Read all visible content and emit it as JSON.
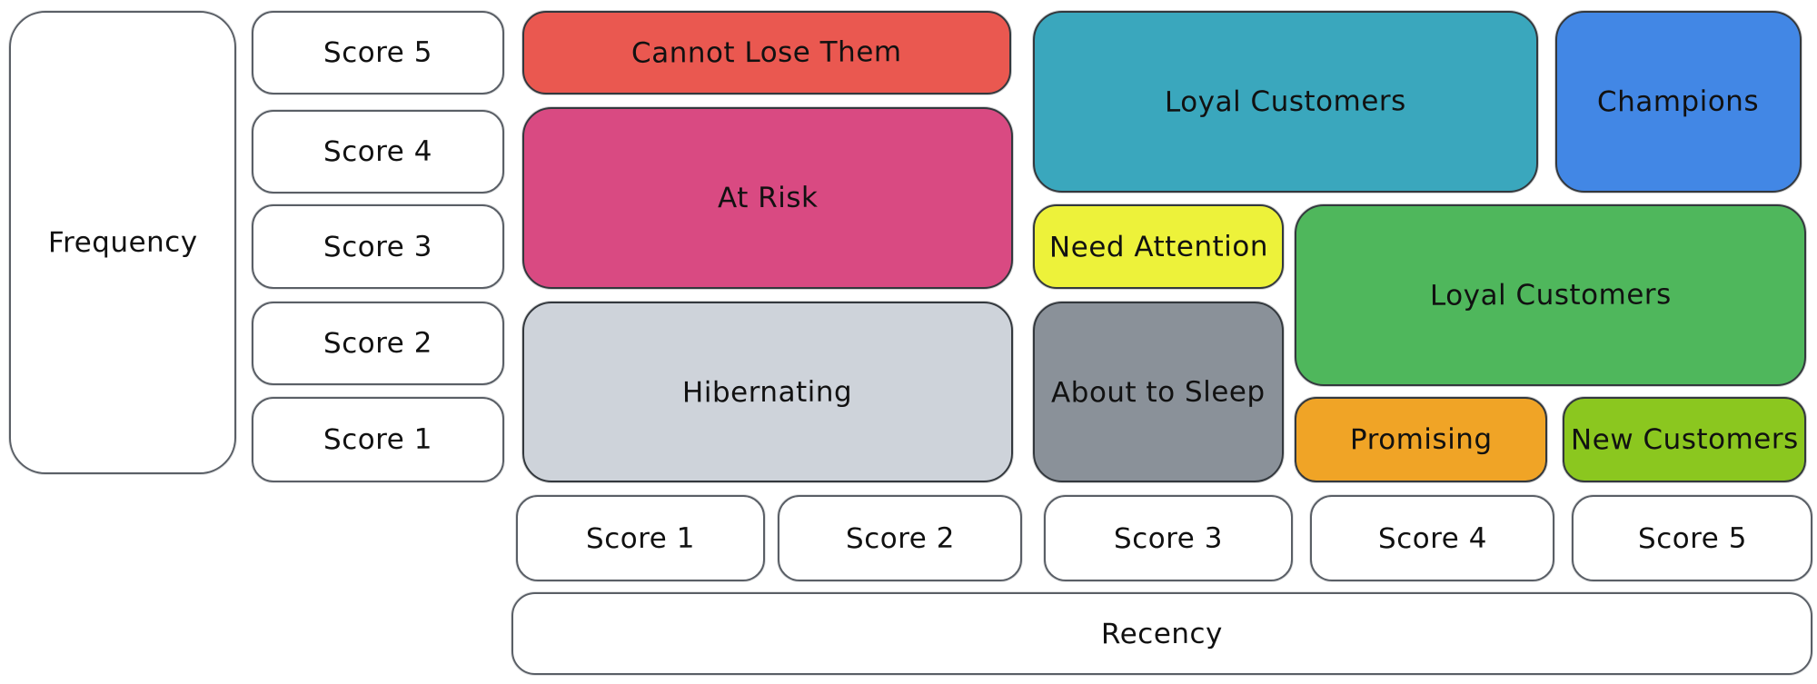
{
  "palette": {
    "background": "#ffffff",
    "ink": "#111111",
    "shape_stroke": "#33383d",
    "white_box_stroke": "#5a5f66"
  },
  "axes": {
    "frequency": {
      "label": "Frequency",
      "scores": [
        "Score 5",
        "Score 4",
        "Score 3",
        "Score 2",
        "Score 1"
      ]
    },
    "recency": {
      "label": "Recency",
      "scores": [
        "Score 1",
        "Score 2",
        "Score 3",
        "Score 4",
        "Score 5"
      ]
    }
  },
  "segments": [
    {
      "label": "Cannot Lose Them",
      "color": "#ea5850"
    },
    {
      "label": "At Risk",
      "color": "#d94a82"
    },
    {
      "label": "Hibernating",
      "color": "#ced3da"
    },
    {
      "label": "Loyal Customers",
      "color": "#3aa7bd"
    },
    {
      "label": "Champions",
      "color": "#4287e5"
    },
    {
      "label": "Need Attention",
      "color": "#edf23a"
    },
    {
      "label": "About to Sleep",
      "color": "#8a9199"
    },
    {
      "label": "Loyal Customers",
      "color": "#4fb75c"
    },
    {
      "label": "Promising",
      "color": "#f0a426"
    },
    {
      "label": "New Customers",
      "color": "#8bc71f"
    }
  ]
}
